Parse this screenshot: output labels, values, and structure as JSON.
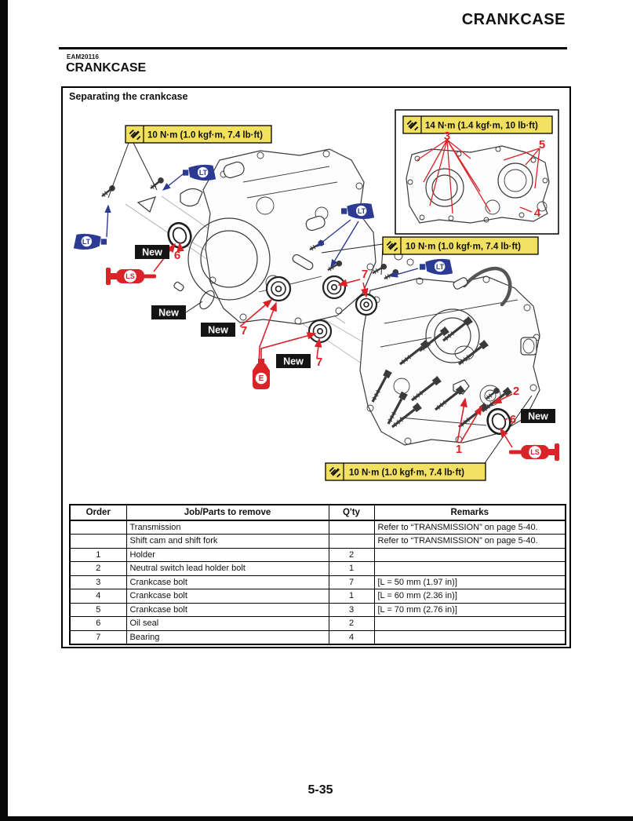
{
  "header": {
    "title": "CRANKCASE"
  },
  "section": {
    "code": "EAM20116",
    "title": "CRANKCASE"
  },
  "figure": {
    "caption": "Separating the crankcase",
    "torque_10": "10 N·m (1.0 kgf·m, 7.4 lb·ft)",
    "torque_14": "14 N·m (1.4 kgf·m, 10 lb·ft)",
    "new_label": "New",
    "symbols": {
      "loctite": "LT",
      "lithium_grease": "LS",
      "engine_oil": "E"
    },
    "numbers": [
      "1",
      "2",
      "3",
      "4",
      "5",
      "6",
      "7"
    ],
    "colors": {
      "torque_label_bg": "#f2e060",
      "symbol_blue": "#2c3a94",
      "callout_red": "#d92328",
      "line_art": "#3a3a3a"
    }
  },
  "table": {
    "headers": [
      "Order",
      "Job/Parts to remove",
      "Q'ty",
      "Remarks"
    ],
    "rows": [
      [
        "",
        "Transmission",
        "",
        "Refer to “TRANSMISSION” on page 5-40."
      ],
      [
        "",
        "Shift cam and shift fork",
        "",
        "Refer to “TRANSMISSION” on page 5-40."
      ],
      [
        "1",
        "Holder",
        "2",
        ""
      ],
      [
        "2",
        "Neutral switch lead holder bolt",
        "1",
        ""
      ],
      [
        "3",
        "Crankcase bolt",
        "7",
        "[L = 50 mm (1.97 in)]"
      ],
      [
        "4",
        "Crankcase bolt",
        "1",
        "[L = 60 mm (2.36 in)]"
      ],
      [
        "5",
        "Crankcase bolt",
        "3",
        "[L = 70 mm (2.76 in)]"
      ],
      [
        "6",
        "Oil seal",
        "2",
        ""
      ],
      [
        "7",
        "Bearing",
        "4",
        ""
      ]
    ]
  },
  "footer": {
    "page_number": "5-35"
  }
}
